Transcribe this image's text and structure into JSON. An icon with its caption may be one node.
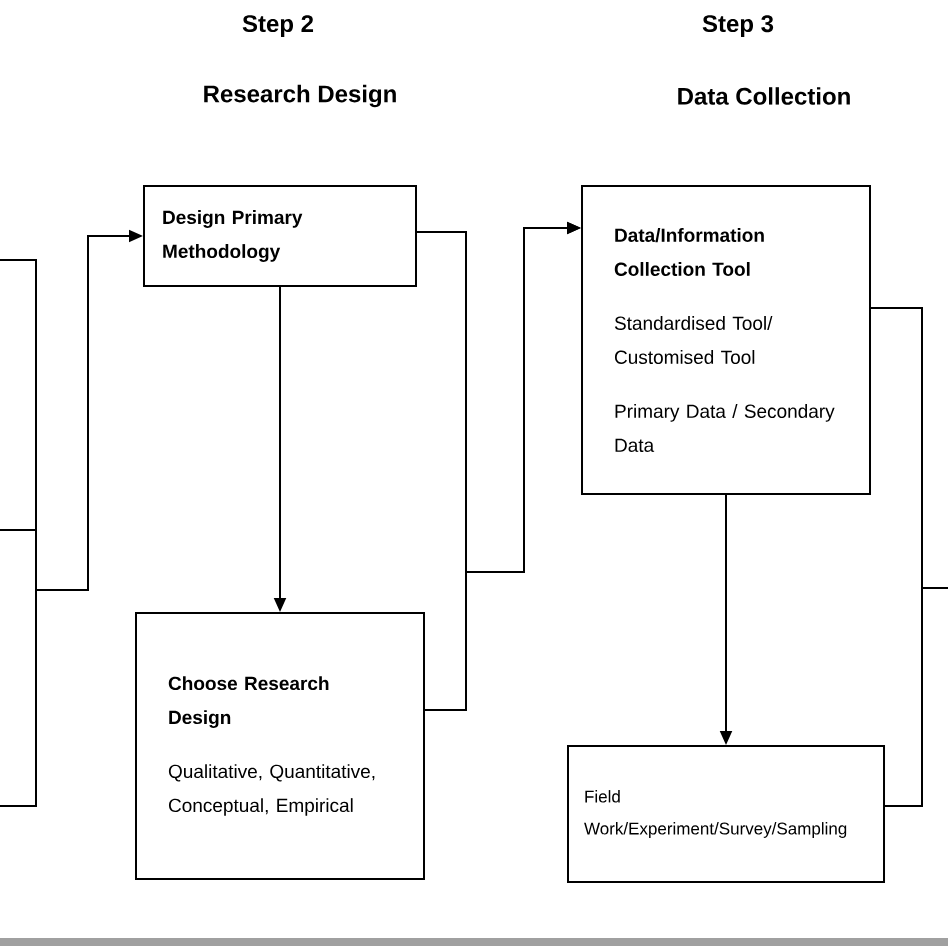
{
  "diagram": {
    "nodes": [
      {
        "text": [
          "Design Primary Methodology"
        ]
      },
      {
        "text": [
          "Choose Research Design",
          "Qualitative, Quantitative, Conceptual, Empirical"
        ]
      },
      {
        "text": [
          "Data/Information Collection Tool",
          "Standardised Tool/ Customised Tool",
          "Primary Data / Secondary Data"
        ]
      },
      {
        "text": [
          "Field Work/Experiment/Survey/Sampling"
        ]
      }
    ],
    "edges": [
      {
        "from": null,
        "to": 0,
        "arrow": "to"
      },
      {
        "from": 0,
        "to": 1,
        "arrow": "to"
      },
      {
        "from": 0,
        "to": 2,
        "arrow": "to"
      },
      {
        "from": 1,
        "to": 2,
        "arrow": "to"
      },
      {
        "from": 2,
        "to": 3,
        "arrow": "to"
      },
      {
        "from": 2,
        "to": null,
        "arrow": "none"
      },
      {
        "from": 3,
        "to": null,
        "arrow": "none"
      }
    ],
    "labels": [
      "Step 2",
      "Step 3",
      "Research Design",
      "Data Collection"
    ]
  }
}
